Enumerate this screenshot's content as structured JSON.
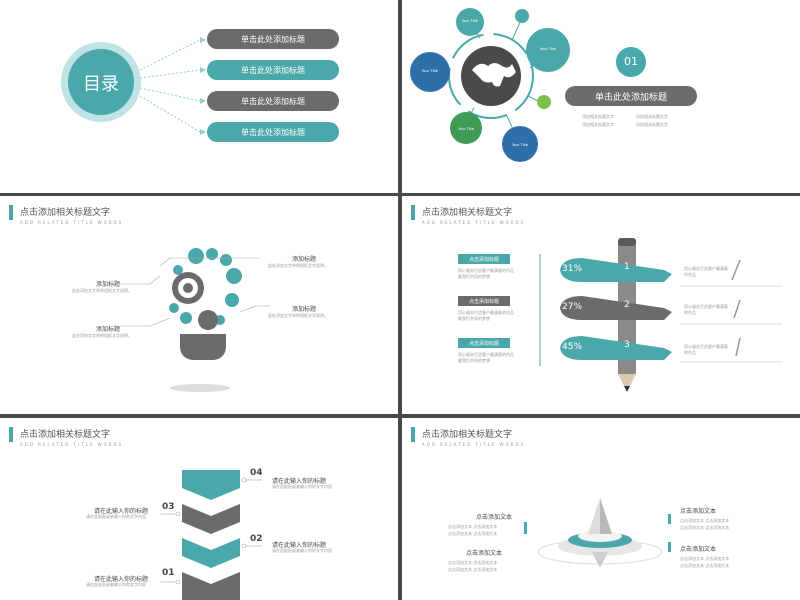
{
  "slide1": {
    "circle_label": "目录",
    "items": [
      {
        "label": "单击此处添加标题",
        "color": "#6b6b6b"
      },
      {
        "label": "单击此处添加标题",
        "color": "#4aa8ab"
      },
      {
        "label": "单击此处添加标题",
        "color": "#6b6b6b"
      },
      {
        "label": "单击此处添加标题",
        "color": "#4aa8ab"
      }
    ]
  },
  "slide2": {
    "node_title": "Your Title",
    "number": "01",
    "pill_label": "单击此处添加标题",
    "bullets": [
      "添加相关标题文字",
      "添加相关标题文字",
      "添加相关标题文字",
      "添加相关标题文字"
    ]
  },
  "slide3": {
    "header_title": "点击添加相关标题文字",
    "header_sub": "ADD RELATED TITLE WORDS",
    "labels": [
      "添加标题",
      "添加标题",
      "添加标题",
      "添加标题"
    ],
    "desc": "此处添加文字举例相框文字说明。"
  },
  "slide4": {
    "header_title": "点击添加相关标题文字",
    "header_sub": "ADD RELATED TITLE WORDS",
    "boxes": [
      {
        "label": "点击添加标题",
        "color": "#4aa8ab"
      },
      {
        "label": "点击添加标题",
        "color": "#6b6b6b"
      },
      {
        "label": "点击添加标题",
        "color": "#4aa8ab"
      }
    ],
    "box_desc": "用心服务打造客户最满意的作品最我们共同的梦想",
    "bubbles": [
      {
        "value": "31%",
        "step": "1",
        "color": "#4aa8ab"
      },
      {
        "value": "27%",
        "step": "2",
        "color": "#6b6b6b"
      },
      {
        "value": "45%",
        "step": "3",
        "color": "#4aa8ab"
      }
    ],
    "right_desc": "用心服务打造客户最满意的作品"
  },
  "slide5": {
    "header_title": "点击添加相关标题文字",
    "header_sub": "ADD RELATED TITLE WORDS",
    "steps": [
      {
        "num": "04",
        "title": "请在此输入你的标题"
      },
      {
        "num": "03",
        "title": "请在此输入你的标题"
      },
      {
        "num": "02",
        "title": "请在此输入你的标题"
      },
      {
        "num": "01",
        "title": "请在此输入你的标题"
      }
    ],
    "step_desc": "请在此粘贴或者输入你的文字内容"
  },
  "slide6": {
    "header_title": "点击添加相关标题文字",
    "header_sub": "ADD RELATED TITLE WORDS",
    "labels": [
      "点击添加文本",
      "点击添加文本",
      "点击添加文本",
      "点击添加文本"
    ],
    "desc": "点击添加文本 点击添加文本"
  }
}
